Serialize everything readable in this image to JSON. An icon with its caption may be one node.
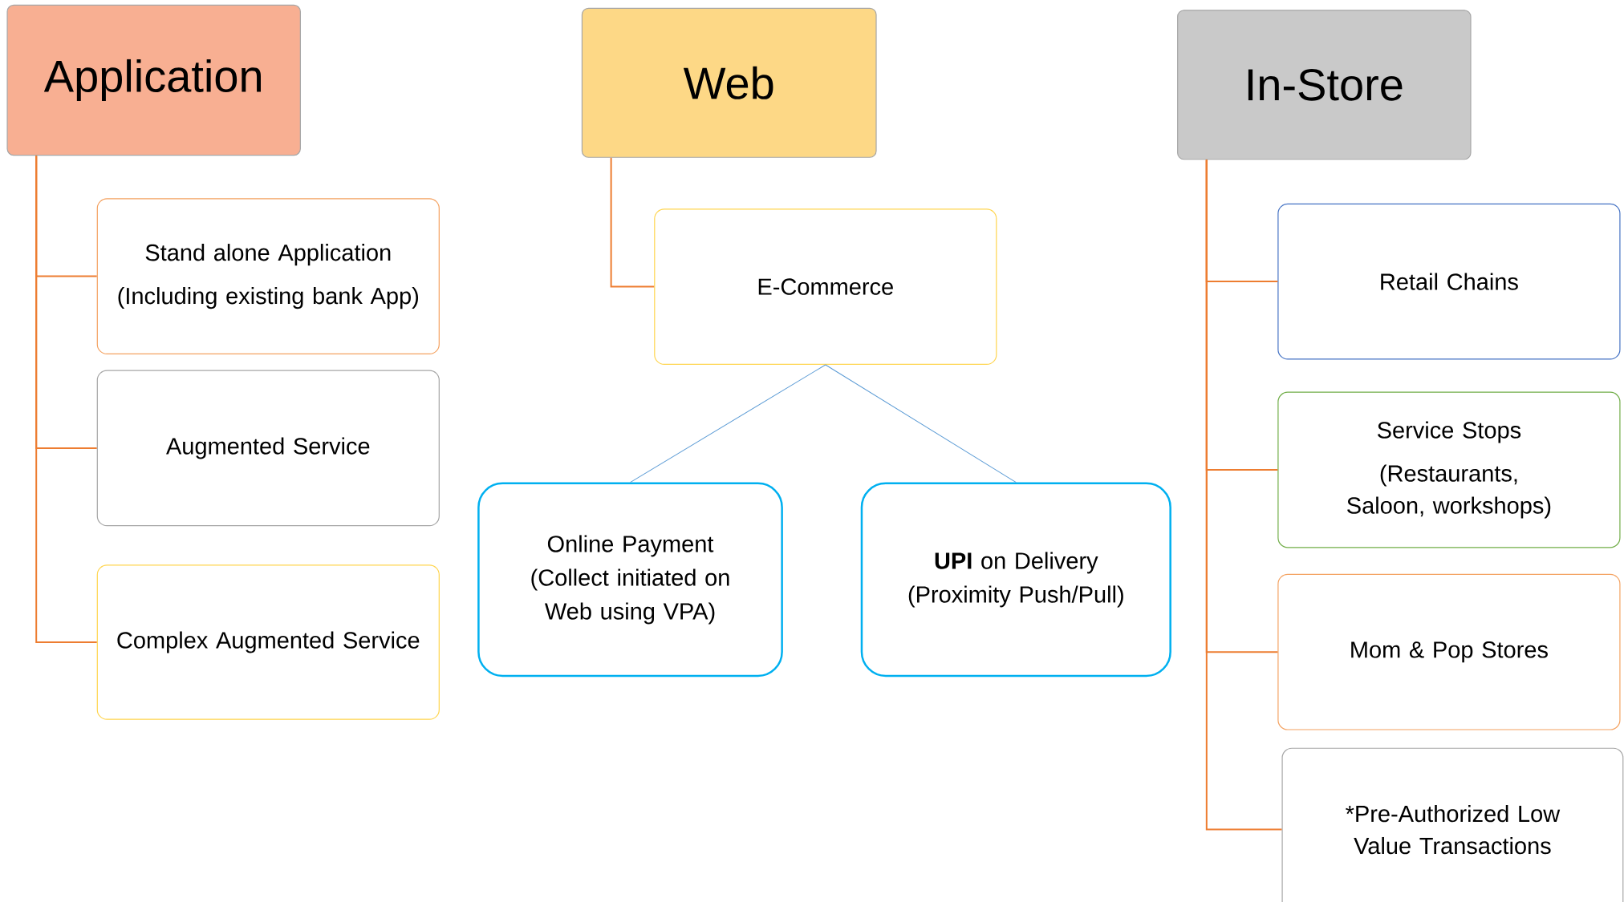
{
  "diagram": {
    "nodes": [
      {
        "text": [
          "Application"
        ]
      },
      {
        "text": [
          "Stand alone Application",
          "(Including existing bank App)"
        ]
      },
      {
        "text": [
          "Augmented Service"
        ]
      },
      {
        "text": [
          "Complex Augmented Service"
        ]
      },
      {
        "text": [
          "Web"
        ]
      },
      {
        "text": [
          "E-Commerce"
        ]
      },
      {
        "text": [
          "Online Payment (Collect initiated on Web using VPA)"
        ]
      },
      {
        "text": [
          "**UPI** on Delivery (Proximity Push/Pull)"
        ]
      },
      {
        "text": [
          "In-Store"
        ]
      },
      {
        "text": [
          "Retail Chains"
        ]
      },
      {
        "text": [
          "Service Stops",
          "(Restaurants, Saloon, workshops)"
        ]
      },
      {
        "text": [
          "Mom & Pop Stores"
        ]
      },
      {
        "text": [
          "*Pre-Authorized Low Value Transactions"
        ]
      }
    ],
    "edges": [
      {
        "from": 0,
        "to": 1,
        "arrow": "none"
      },
      {
        "from": 0,
        "to": 2,
        "arrow": "none"
      },
      {
        "from": 0,
        "to": 3,
        "arrow": "none"
      },
      {
        "from": 4,
        "to": 5,
        "arrow": "none"
      },
      {
        "from": 5,
        "to": 6,
        "arrow": "none",
        "color": "#5b9bd5"
      },
      {
        "from": 5,
        "to": 7,
        "arrow": "none",
        "color": "#5b9bd5"
      },
      {
        "from": 8,
        "to": 9,
        "arrow": "none"
      },
      {
        "from": 8,
        "to": 10,
        "arrow": "none"
      },
      {
        "from": 8,
        "to": 11,
        "arrow": "none"
      },
      {
        "from": 8,
        "to": 12,
        "arrow": "none"
      }
    ]
  }
}
